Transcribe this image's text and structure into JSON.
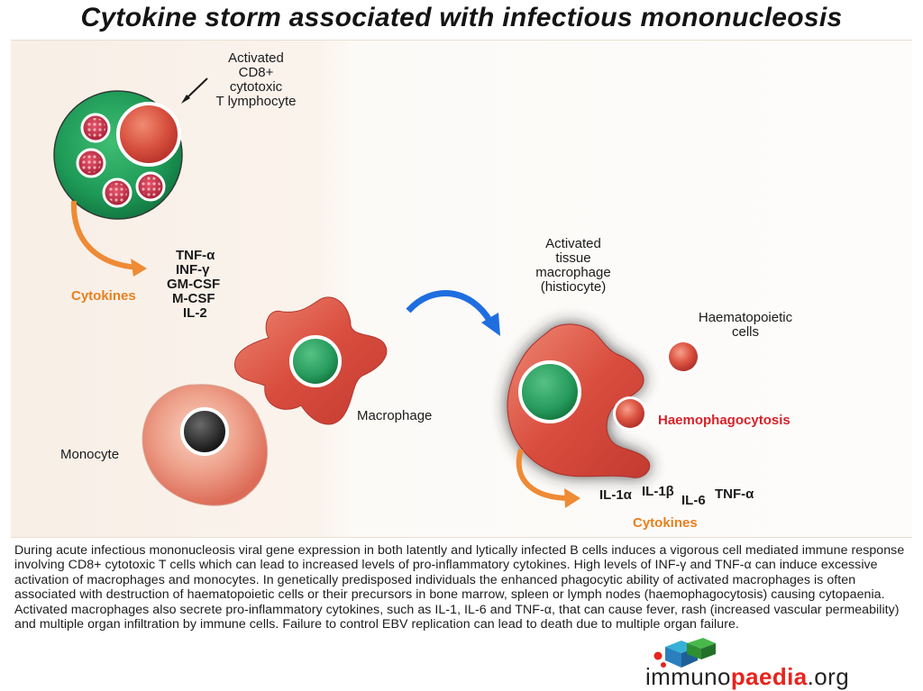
{
  "title": "Cytokine storm associated with infectious mononucleosis",
  "labels": {
    "tcell_lines": [
      "Activated",
      "CD8+",
      "cytotoxic",
      "T lymphocyte"
    ],
    "cytokines_left": "Cytokines",
    "cytokine_list_left": [
      "TNF-α",
      "INF-γ",
      "GM-CSF",
      "M-CSF",
      "IL-2"
    ],
    "macrophage": "Macrophage",
    "monocyte": "Monocyte",
    "activated_macrophage_lines": [
      "Activated",
      "tissue",
      "macrophage",
      "(histiocyte)"
    ],
    "haematopoietic_lines": [
      "Haematopoietic",
      "cells"
    ],
    "haemophagocytosis": "Haemophagocytosis",
    "cytokine_list_right": [
      "IL-1α",
      "IL-1β",
      "IL-6",
      "TNF-α"
    ],
    "cytokines_right": "Cytokines"
  },
  "description": "During acute infectious mononucleosis viral gene expression in both latently and lytically infected B cells induces a vigorous cell mediated immune response involving CD8+ cytotoxic T cells which can lead to increased levels of pro-inflammatory cytokines. High levels of INF-γ and TNF-α can induce excessive activation of macrophages and monocytes. In genetically predisposed individuals the enhanced phagocytic ability of activated macrophages is often associated with destruction of haematopoietic cells or their precursors in bone marrow, spleen or lymph nodes (haemophagocytosis) causing cytopaenia. Activated macrophages also secrete pro-inflammatory cytokines, such as IL-1, IL-6 and TNF-α, that can cause fever, rash (increased vascular permeability) and multiple organ infiltration by immune cells. Failure to control EBV replication can lead to death due to multiple organ failure.",
  "logo": {
    "part1": "immuno",
    "part2": "paedia",
    "part3": ".org"
  },
  "colors": {
    "tcell_green": "#1e9a57",
    "cell_red": "#cf3d34",
    "nucleus_green": "#2b9f63",
    "arrow_orange": "#ef8a35",
    "arrow_blue": "#1f6ee0",
    "label_orange": "#e97f1e",
    "label_red": "#d6222a"
  }
}
